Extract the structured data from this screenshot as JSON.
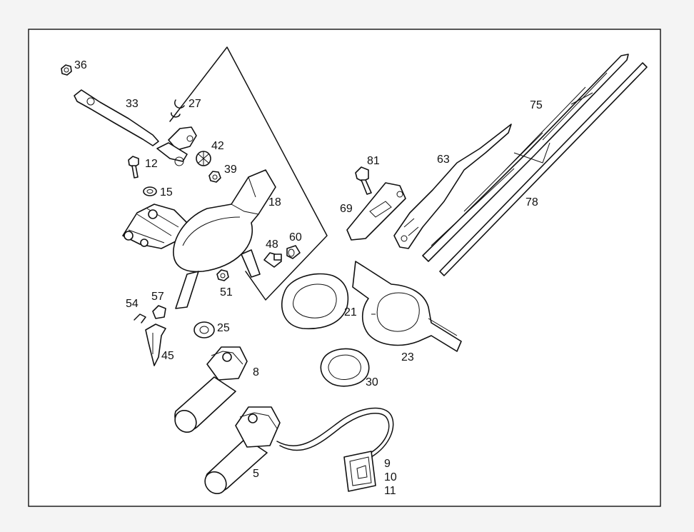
{
  "diagram": {
    "labels": {
      "l36": "36",
      "l33": "33",
      "l27": "27",
      "l42": "42",
      "l12": "12",
      "l39": "39",
      "l15": "15",
      "l18": "18",
      "l48": "48",
      "l60": "60",
      "l51": "51",
      "l54": "54",
      "l57": "57",
      "l45": "45",
      "l25": "25",
      "l8": "8",
      "l5": "5",
      "l9": "9",
      "l10": "10",
      "l11": "11",
      "l21": "21",
      "l23": "23",
      "l30": "30",
      "l81": "81",
      "l69": "69",
      "l63": "63",
      "l75": "75",
      "l78": "78"
    }
  }
}
